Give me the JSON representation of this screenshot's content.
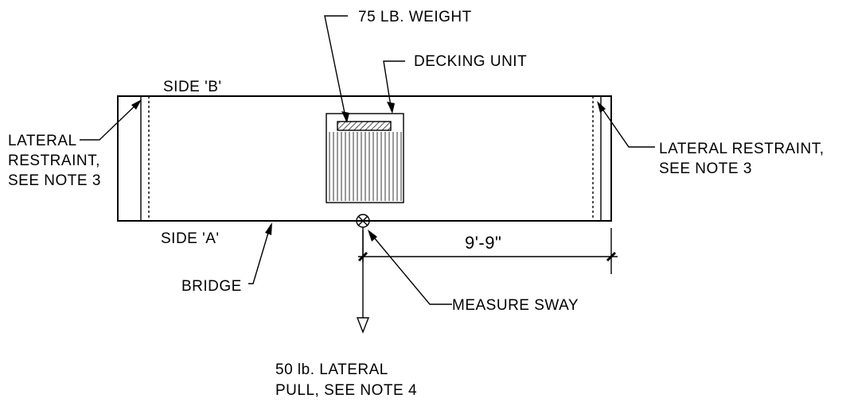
{
  "labels": {
    "weight": "75 LB. WEIGHT",
    "decking_unit": "DECKING UNIT",
    "side_b": "SIDE 'B'",
    "side_a": "SIDE 'A'",
    "lateral_restraint_left_1": "LATERAL",
    "lateral_restraint_left_2": "RESTRAINT,",
    "lateral_restraint_left_3": "SEE NOTE 3",
    "lateral_restraint_right_1": "LATERAL RESTRAINT,",
    "lateral_restraint_right_2": "SEE NOTE 3",
    "dimension": "9'-9\"",
    "bridge": "BRIDGE",
    "measure_sway": "MEASURE SWAY",
    "pull_1": "50 lb. LATERAL",
    "pull_2": "PULL, SEE NOTE 4"
  }
}
